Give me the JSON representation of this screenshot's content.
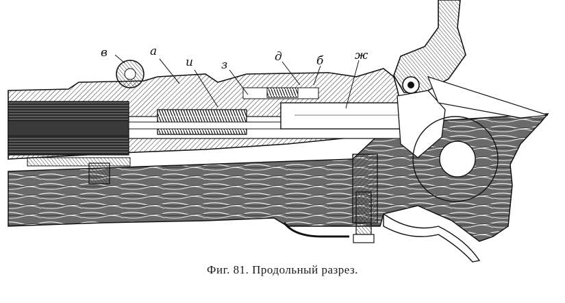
{
  "figure": {
    "caption": "Фиг. 81. Продольный разрез.",
    "labels": {
      "v": "в",
      "a": "а",
      "i": "и",
      "z": "з",
      "d": "д",
      "b": "б",
      "zh": "ж"
    }
  },
  "colors": {
    "ink": "#1a1a1a",
    "paper": "#ffffff"
  }
}
